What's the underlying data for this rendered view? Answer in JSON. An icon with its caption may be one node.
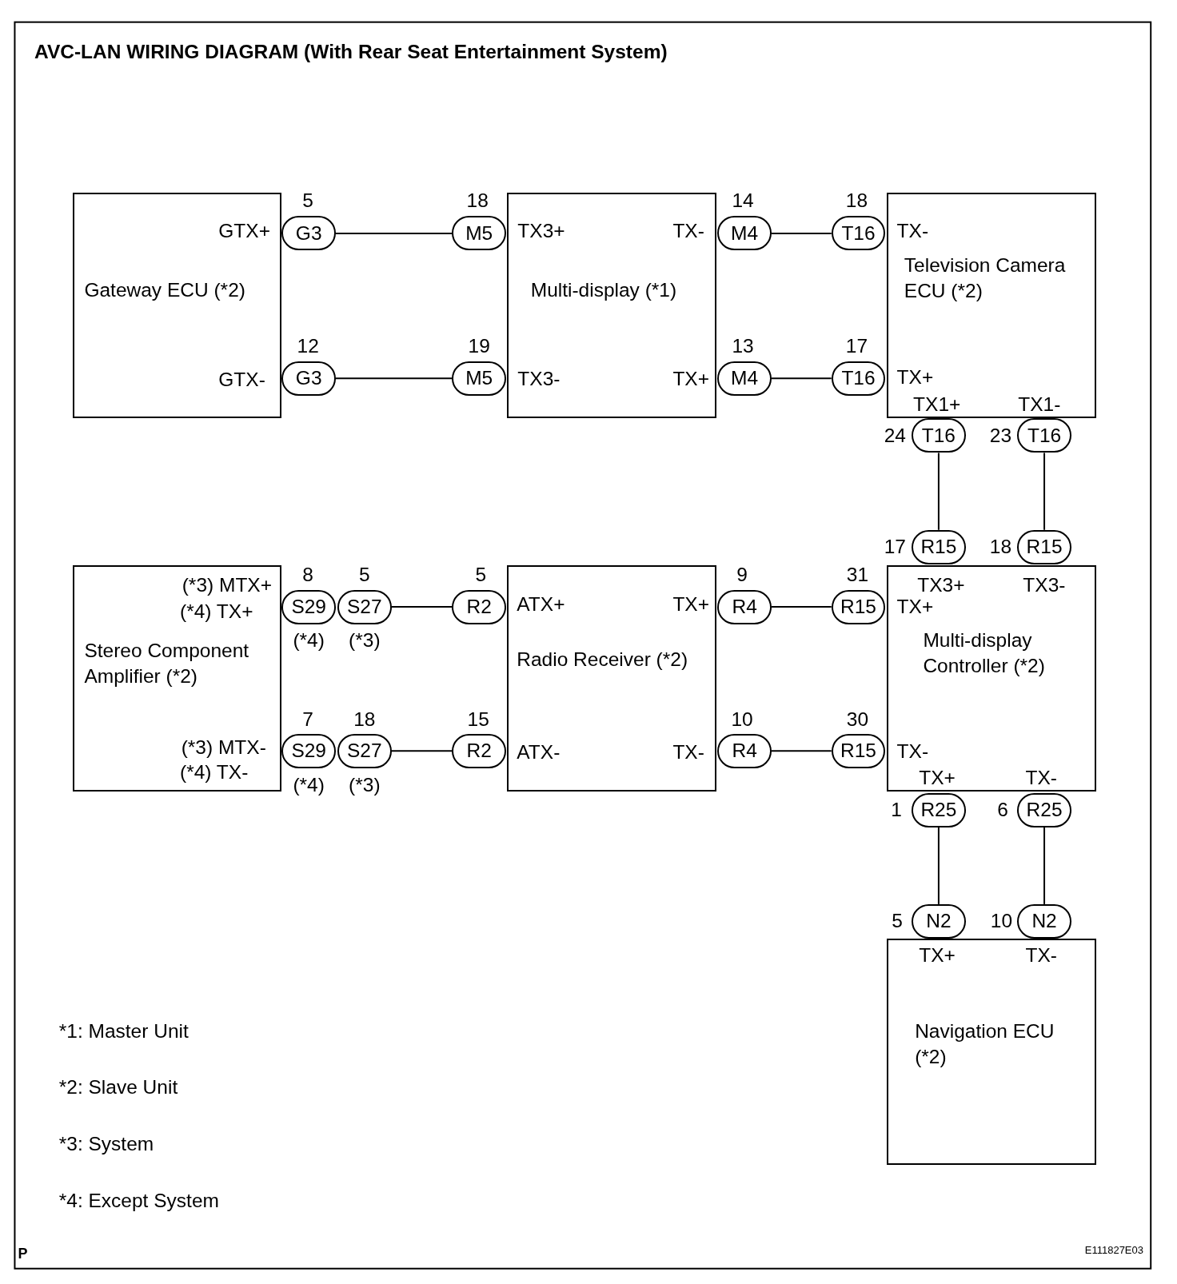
{
  "diagram": {
    "title": "AVC-LAN WIRING DIAGRAM (With Rear Seat Entertainment System)",
    "nodes": [
      {
        "text": [
          "GTX+",
          "Gateway ECU (*2)",
          "GTX-"
        ]
      },
      {
        "text": [
          "G3"
        ],
        "beside": [
          "5"
        ]
      },
      {
        "text": [
          "G3"
        ],
        "beside": [
          "12"
        ]
      },
      {
        "text": [
          "M5"
        ],
        "beside": [
          "18"
        ]
      },
      {
        "text": [
          "M5"
        ],
        "beside": [
          "19"
        ]
      },
      {
        "text": [
          "TX3+",
          "TX-",
          "Multi-display (*1)",
          "TX3-",
          "TX+"
        ]
      },
      {
        "text": [
          "M4"
        ],
        "beside": [
          "14"
        ]
      },
      {
        "text": [
          "M4"
        ],
        "beside": [
          "13"
        ]
      },
      {
        "text": [
          "T16"
        ],
        "beside": [
          "18"
        ]
      },
      {
        "text": [
          "T16"
        ],
        "beside": [
          "17"
        ]
      },
      {
        "text": [
          "TX-",
          "Television Camera ECU (*2)",
          "TX+",
          "TX1+",
          "TX1-"
        ]
      },
      {
        "text": [
          "T16"
        ],
        "beside": [
          "24"
        ]
      },
      {
        "text": [
          "T16"
        ],
        "beside": [
          "23"
        ]
      },
      {
        "text": [
          "R15"
        ],
        "beside": [
          "17"
        ]
      },
      {
        "text": [
          "R15"
        ],
        "beside": [
          "18"
        ]
      },
      {
        "text": [
          "(*3) MTX+",
          "(*4) TX+",
          "Stereo Component Amplifier (*2)",
          "(*3) MTX-",
          "(*4) TX-"
        ]
      },
      {
        "text": [
          "S29"
        ],
        "beside": [
          "8",
          "(*4)"
        ]
      },
      {
        "text": [
          "S27"
        ],
        "beside": [
          "5",
          "(*3)"
        ]
      },
      {
        "text": [
          "S29"
        ],
        "beside": [
          "7",
          "(*4)"
        ]
      },
      {
        "text": [
          "S27"
        ],
        "beside": [
          "18",
          "(*3)"
        ]
      },
      {
        "text": [
          "R2"
        ],
        "beside": [
          "5"
        ]
      },
      {
        "text": [
          "R2"
        ],
        "beside": [
          "15"
        ]
      },
      {
        "text": [
          "ATX+",
          "TX+",
          "Radio Receiver (*2)",
          "ATX-",
          "TX-"
        ]
      },
      {
        "text": [
          "R4"
        ],
        "beside": [
          "9"
        ]
      },
      {
        "text": [
          "R4"
        ],
        "beside": [
          "10"
        ]
      },
      {
        "text": [
          "R15"
        ],
        "beside": [
          "31"
        ]
      },
      {
        "text": [
          "R15"
        ],
        "beside": [
          "30"
        ]
      },
      {
        "text": [
          "TX3+",
          "TX3-",
          "TX+",
          "Multi-display Controller (*2)",
          "TX-",
          "TX+",
          "TX-"
        ]
      },
      {
        "text": [
          "R25"
        ],
        "beside": [
          "1"
        ]
      },
      {
        "text": [
          "R25"
        ],
        "beside": [
          "6"
        ]
      },
      {
        "text": [
          "N2"
        ],
        "beside": [
          "5"
        ]
      },
      {
        "text": [
          "N2"
        ],
        "beside": [
          "10"
        ]
      },
      {
        "text": [
          "TX+",
          "TX-",
          "Navigation ECU (*2)"
        ]
      }
    ],
    "edges": [
      {
        "from": 1,
        "to": 3,
        "arrow": "none"
      },
      {
        "from": 2,
        "to": 4,
        "arrow": "none"
      },
      {
        "from": 6,
        "to": 8,
        "arrow": "none"
      },
      {
        "from": 7,
        "to": 9,
        "arrow": "none"
      },
      {
        "from": 11,
        "to": 13,
        "arrow": "none"
      },
      {
        "from": 12,
        "to": 14,
        "arrow": "none"
      },
      {
        "from": 17,
        "to": 20,
        "arrow": "none"
      },
      {
        "from": 19,
        "to": 21,
        "arrow": "none"
      },
      {
        "from": 23,
        "to": 25,
        "arrow": "none"
      },
      {
        "from": 24,
        "to": 26,
        "arrow": "none"
      },
      {
        "from": 28,
        "to": 30,
        "arrow": "none"
      },
      {
        "from": 29,
        "to": 31,
        "arrow": "none"
      }
    ],
    "labels": [
      "*1: Master Unit",
      "*2: Slave Unit",
      "*3: System",
      "*4: Except System",
      "P",
      "E111827E03"
    ]
  }
}
